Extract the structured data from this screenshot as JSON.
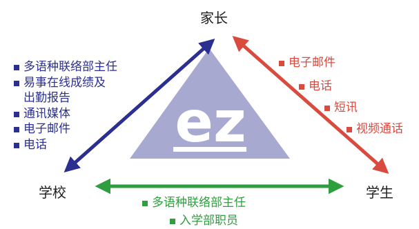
{
  "nodes": {
    "top": "家长",
    "left": "学校",
    "right": "学生"
  },
  "logo_text": "ez",
  "school_to_parent": {
    "items": [
      "多语种联络部主任",
      "易事在线成绩及",
      "出勤报告",
      "通讯媒体",
      "电子邮件",
      "电话"
    ],
    "color": "#2b2f8f"
  },
  "parent_to_student": {
    "items": [
      "电子邮件",
      "电话",
      "短讯",
      "视频通话"
    ],
    "color": "#d94a3f"
  },
  "school_to_student": {
    "items": [
      "多语种联络部主任",
      "入学部职员"
    ],
    "color": "#2e9e3e"
  },
  "center_triangle_color": "#a7a9d1"
}
